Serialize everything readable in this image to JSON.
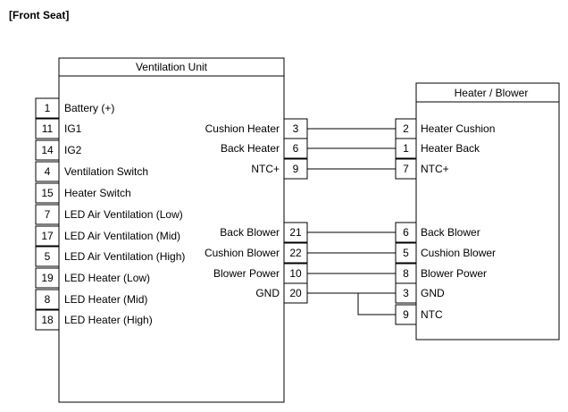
{
  "page_title": "[Front Seat]",
  "ventilation_unit": {
    "title": "Ventilation Unit",
    "left_pins": [
      {
        "pin": "1",
        "label": "Battery (+)"
      },
      {
        "pin": "11",
        "label": "IG1"
      },
      {
        "pin": "14",
        "label": "IG2"
      },
      {
        "pin": "4",
        "label": "Ventilation Switch"
      },
      {
        "pin": "15",
        "label": "Heater Switch"
      },
      {
        "pin": "7",
        "label": "LED Air Ventilation (Low)"
      },
      {
        "pin": "17",
        "label": "LED Air Ventilation (Mid)"
      },
      {
        "pin": "5",
        "label": "LED Air Ventilation (High)"
      },
      {
        "pin": "19",
        "label": "LED Heater (Low)"
      },
      {
        "pin": "8",
        "label": "LED Heater (Mid)"
      },
      {
        "pin": "18",
        "label": "LED Heater (High)"
      }
    ],
    "right_pins": [
      {
        "pin": "3",
        "label": "Cushion Heater"
      },
      {
        "pin": "6",
        "label": "Back Heater"
      },
      {
        "pin": "9",
        "label": "NTC+"
      },
      {
        "pin": "21",
        "label": "Back Blower"
      },
      {
        "pin": "22",
        "label": "Cushion Blower"
      },
      {
        "pin": "10",
        "label": "Blower Power"
      },
      {
        "pin": "20",
        "label": "GND"
      }
    ]
  },
  "heater_blower": {
    "title": "Heater / Blower",
    "pins": [
      {
        "pin": "2",
        "label": "Heater Cushion"
      },
      {
        "pin": "1",
        "label": "Heater Back"
      },
      {
        "pin": "7",
        "label": "NTC+"
      },
      {
        "pin": "6",
        "label": "Back Blower"
      },
      {
        "pin": "5",
        "label": "Cushion Blower"
      },
      {
        "pin": "8",
        "label": "Blower Power"
      },
      {
        "pin": "3",
        "label": "GND"
      },
      {
        "pin": "9",
        "label": "NTC"
      }
    ]
  }
}
